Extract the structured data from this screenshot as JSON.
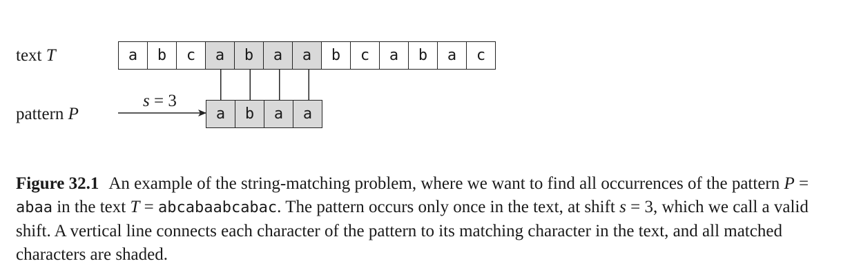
{
  "labels": {
    "text_word": "text",
    "text_var": "T",
    "pattern_word": "pattern",
    "pattern_var": "P",
    "shift_var": "s",
    "shift_eq": " = 3"
  },
  "text_chars": [
    "a",
    "b",
    "c",
    "a",
    "b",
    "a",
    "a",
    "b",
    "c",
    "a",
    "b",
    "a",
    "c"
  ],
  "pattern_chars": [
    "a",
    "b",
    "a",
    "a"
  ],
  "shift": 3,
  "colors": {
    "matched_fill": "#d9d9d9",
    "stroke": "#222222"
  },
  "caption": {
    "figure": "Figure 32.1",
    "p1": "An example of the string-matching problem, where we want to find all occurrences of the pattern ",
    "p_var": "P",
    "eq1": " = ",
    "p_value": "abaa",
    "p2": " in the text ",
    "t_var": "T",
    "eq2": " = ",
    "t_value": "abcabaabcabac",
    "p3": ". The pattern occurs only once in the text, at shift ",
    "s_var": "s",
    "p4": " = 3, which we call a valid shift. A vertical line connects each character of the pattern to its matching character in the text, and all matched characters are shaded."
  }
}
